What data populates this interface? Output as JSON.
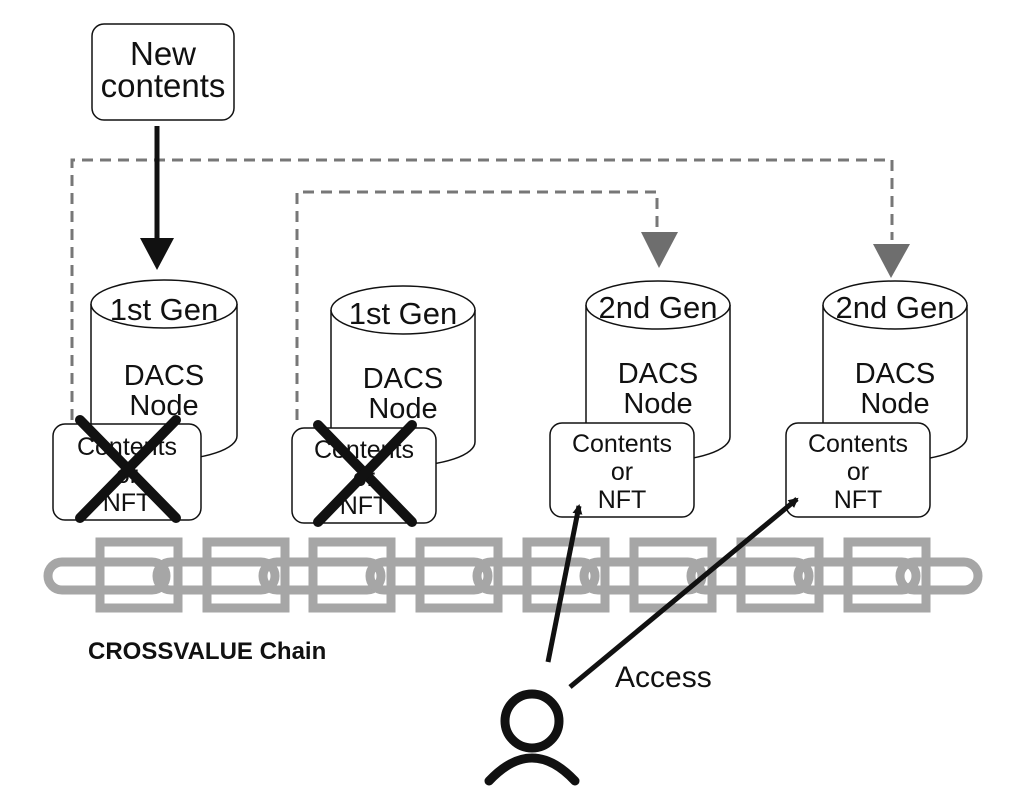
{
  "new_contents": {
    "line1": "New",
    "line2": "contents"
  },
  "nodes": [
    {
      "generation": "1st Gen",
      "line1": "DACS",
      "line2": "Node",
      "card": [
        "Contents",
        "or",
        "NFT"
      ],
      "crossed": true
    },
    {
      "generation": "1st Gen",
      "line1": "DACS",
      "line2": "Node",
      "card": [
        "Contents",
        "or",
        "NFT"
      ],
      "crossed": true
    },
    {
      "generation": "2nd Gen",
      "line1": "DACS",
      "line2": "Node",
      "card": [
        "Contents",
        "or",
        "NFT"
      ],
      "crossed": false
    },
    {
      "generation": "2nd Gen",
      "line1": "DACS",
      "line2": "Node",
      "card": [
        "Contents",
        "or",
        "NFT"
      ],
      "crossed": false
    }
  ],
  "chain_label": "CROSSVALUE Chain",
  "access_label": "Access",
  "colors": {
    "stroke": "#111111",
    "dashed": "#777777",
    "chain": "#a6a6a6",
    "background": "#ffffff"
  }
}
